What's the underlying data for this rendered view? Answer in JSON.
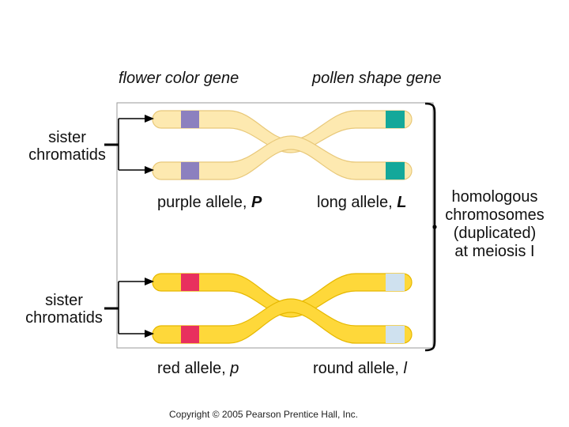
{
  "labels": {
    "flower_color_gene": "flower color gene",
    "pollen_shape_gene": "pollen shape gene",
    "sister_chromatids_top": [
      "sister",
      "chromatids"
    ],
    "sister_chromatids_bottom": [
      "sister",
      "chromatids"
    ],
    "purple_allele_text": "purple allele, ",
    "purple_allele_symbol": "P",
    "long_allele_text": "long allele, ",
    "long_allele_symbol": "L",
    "red_allele_text": "red allele, ",
    "red_allele_symbol": "p",
    "round_allele_text": "round allele, ",
    "round_allele_symbol": "l",
    "homologous": [
      "homologous",
      "chromosomes",
      "(duplicated)",
      "at meiosis I"
    ],
    "copyright": "Copyright © 2005 Pearson Prentice Hall, Inc."
  },
  "colors": {
    "top_chromosome_fill": "#fde9b0",
    "top_chromosome_stroke": "#e8c879",
    "bottom_chromosome_fill": "#fed83a",
    "bottom_chromosome_stroke": "#e6b800",
    "purple_band": "#8c80bf",
    "teal_band": "#14a89a",
    "red_band": "#e8305e",
    "lightblue_band": "#cfe1ef",
    "bracket": "#000000"
  }
}
